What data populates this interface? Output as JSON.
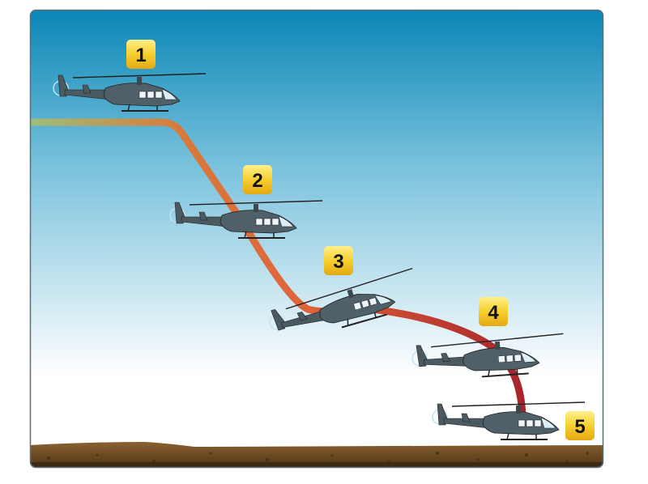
{
  "diagram": {
    "steps": [
      {
        "label": "1"
      },
      {
        "label": "2"
      },
      {
        "label": "3"
      },
      {
        "label": "4"
      },
      {
        "label": "5"
      }
    ],
    "colors": {
      "sky_top": "#0a86b6",
      "sky_bottom": "#ffffff",
      "path_start": "#9cbf7a",
      "path_mid": "#e0643a",
      "path_end": "#a8232a",
      "badge": "#f7cf2e",
      "ground": "#6b4a24",
      "helicopter": "#4a5a60"
    }
  }
}
